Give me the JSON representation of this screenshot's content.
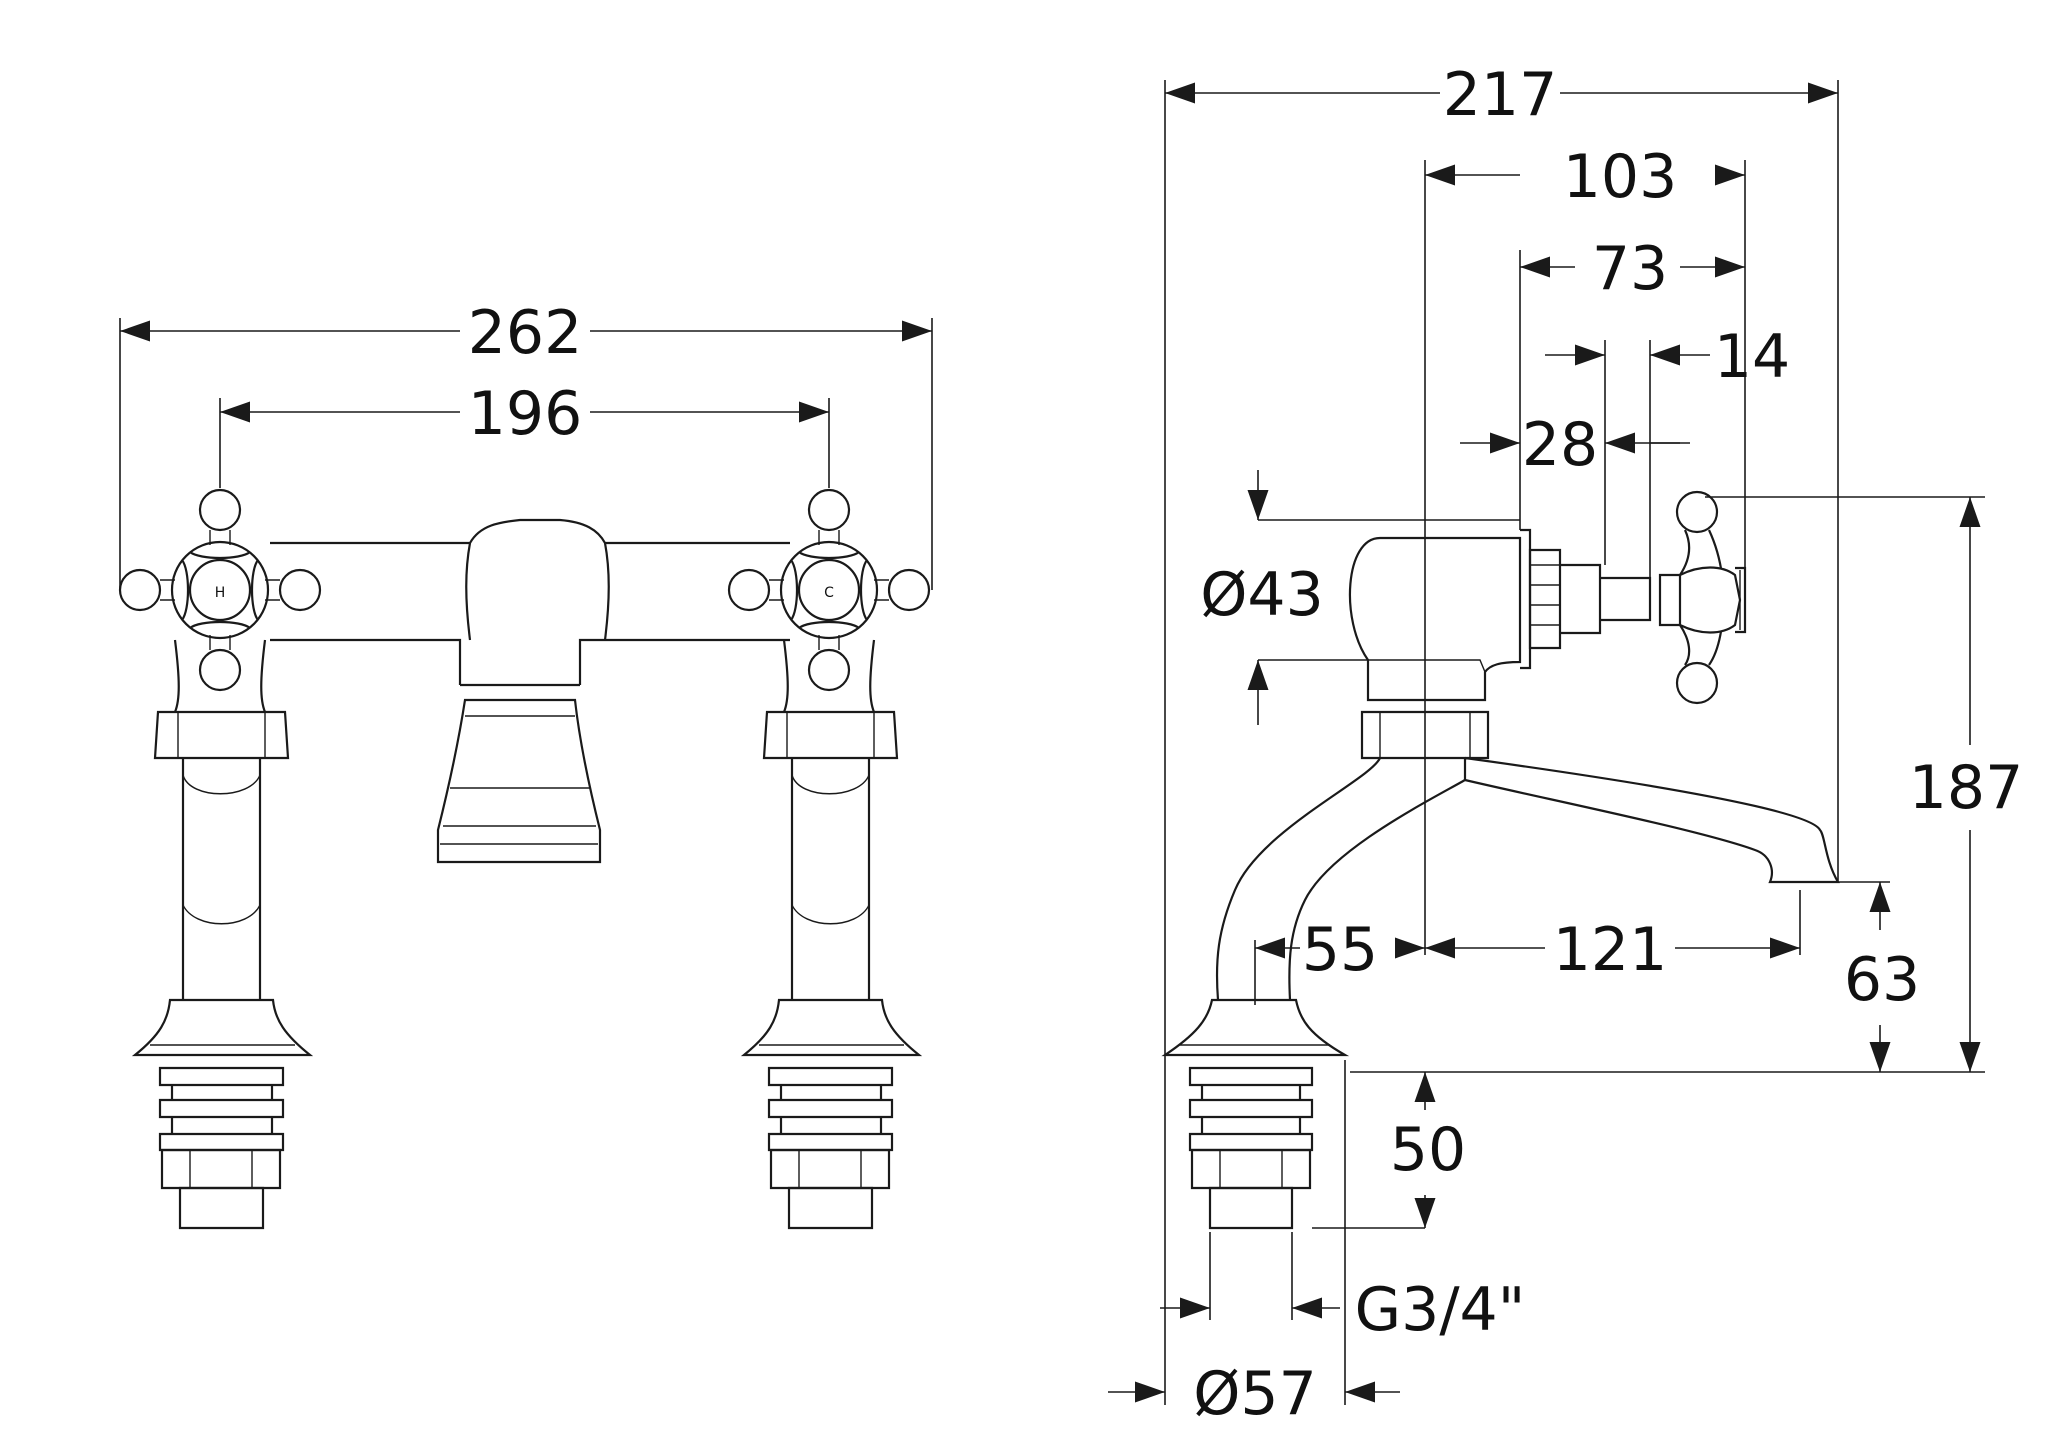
{
  "front_view": {
    "dims": {
      "overall_width": "262",
      "centres": "196"
    },
    "hot_marker": "H",
    "cold_marker": "C"
  },
  "side_view": {
    "dims": {
      "overall_depth": "217",
      "spout_axis_to_handle": "103",
      "body_to_handle": "73",
      "handle_hub": "14",
      "spindle": "28",
      "body_diameter": "Ø43",
      "overall_height": "187",
      "spout_height": "63",
      "shank_to_spout_axis": "55",
      "spout_projection": "121",
      "shank_length": "50",
      "thread": "G3/4\"",
      "flange_diameter": "Ø57"
    }
  },
  "colors": {
    "line": "#1a1a1a",
    "background": "#ffffff"
  }
}
